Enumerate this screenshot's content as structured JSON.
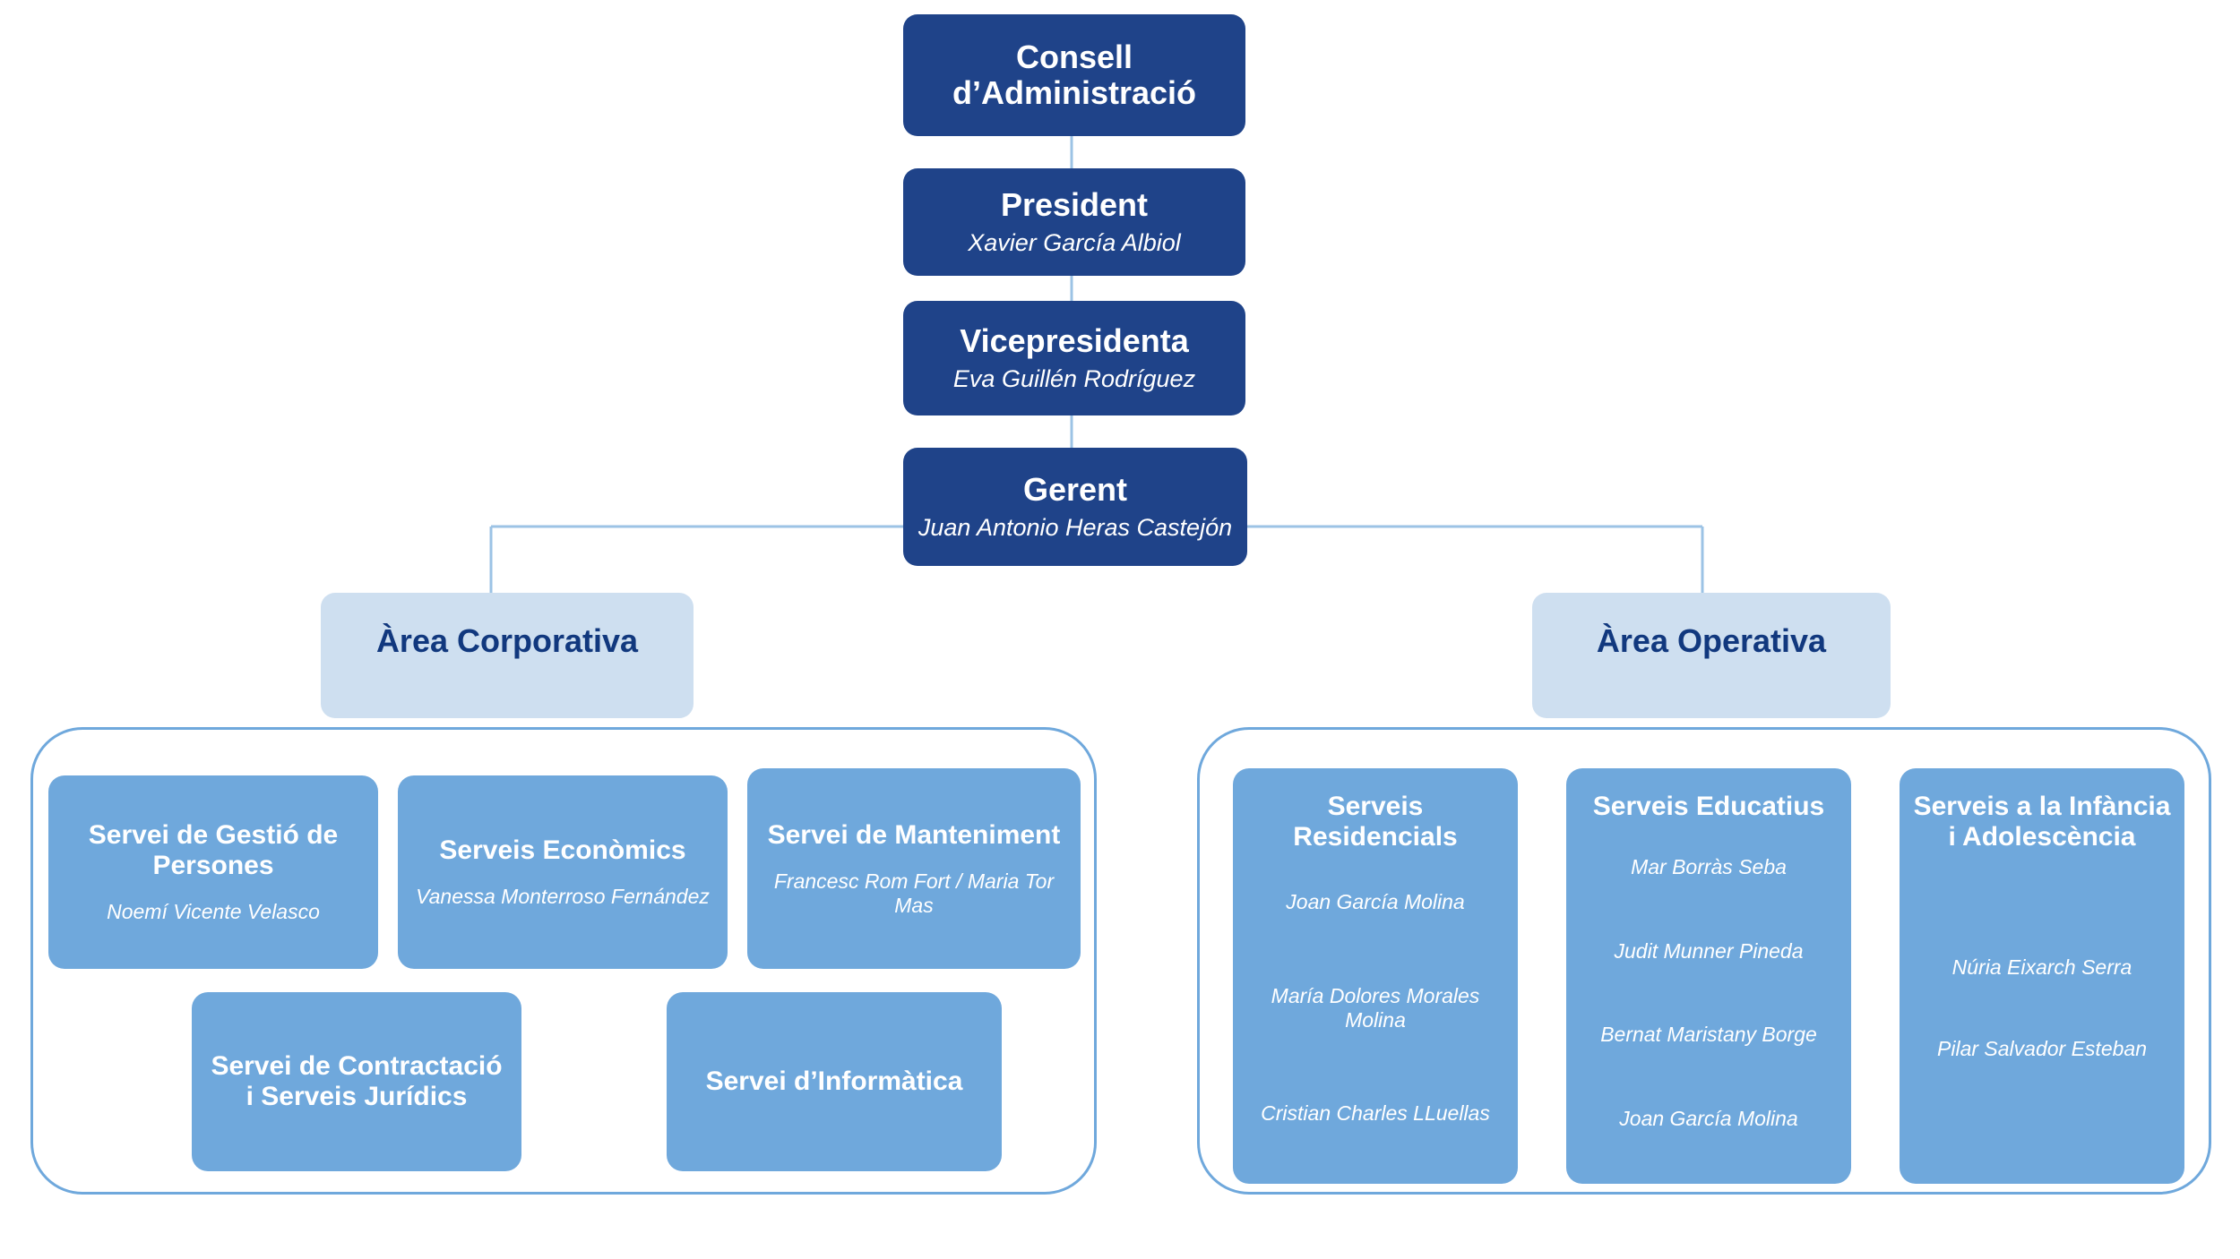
{
  "chart_data": {
    "type": "diagram",
    "title": "Organigrama",
    "colors": {
      "executive_fill": "#1F4389",
      "area_fill": "#CEDFF0",
      "area_text": "#11387E",
      "service_fill": "#6FA8DC",
      "connector": "#9CC3E5",
      "frame_stroke": "#6FA8DC",
      "text_on_dark": "#FFFFFF"
    }
  },
  "executive": [
    {
      "title": "Consell d’Administració",
      "person": ""
    },
    {
      "title": "President",
      "person": "Xavier García Albiol"
    },
    {
      "title": "Vicepresidenta",
      "person": "Eva Guillén Rodríguez"
    },
    {
      "title": "Gerent",
      "person": "Juan Antonio Heras Castejón"
    }
  ],
  "areas": {
    "corporativa": {
      "label": "Àrea Corporativa",
      "services": [
        {
          "title": "Servei de Gestió de Persones",
          "people": [
            "Noemí Vicente Velasco"
          ]
        },
        {
          "title": "Serveis Econòmics",
          "people": [
            "Vanessa Monterroso Fernández"
          ]
        },
        {
          "title": "Servei de Manteniment",
          "people": [
            "Francesc Rom Fort / Maria Tor Mas"
          ]
        },
        {
          "title": "Servei de Contractació i Serveis Jurídics",
          "people": []
        },
        {
          "title": "Servei d’Informàtica",
          "people": []
        }
      ]
    },
    "operativa": {
      "label": "Àrea Operativa",
      "services": [
        {
          "title": "Serveis Residencials",
          "people": [
            "Joan García Molina",
            "María Dolores Morales Molina",
            "Cristian Charles LLuellas"
          ]
        },
        {
          "title": "Serveis Educatius",
          "people": [
            "Mar Borràs Seba",
            "Judit Munner Pineda",
            "Bernat Maristany Borge",
            "Joan García Molina"
          ]
        },
        {
          "title": "Serveis a la Infància i Adolescència",
          "people": [
            "Núria Eixarch Serra",
            "Pilar Salvador Esteban"
          ]
        }
      ]
    }
  }
}
